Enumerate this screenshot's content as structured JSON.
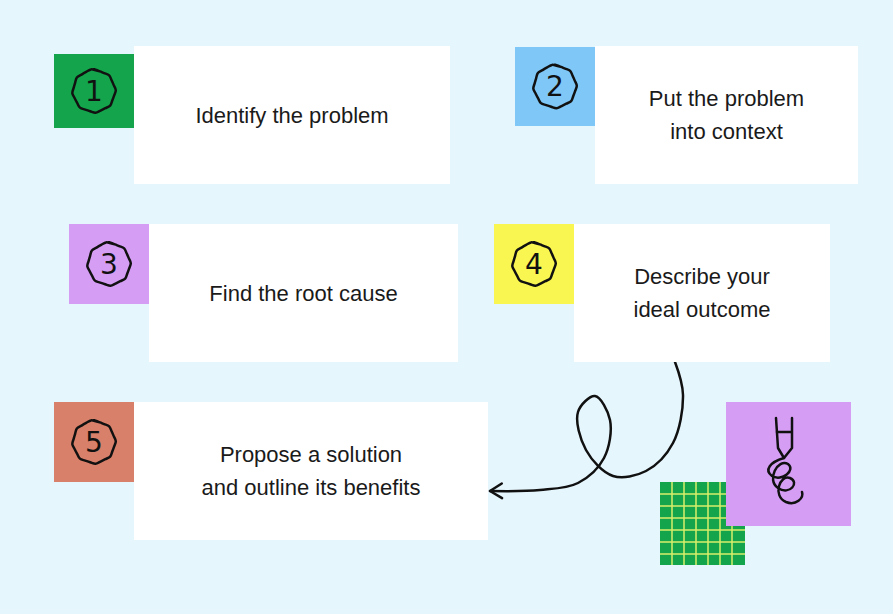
{
  "diagram": {
    "nodes": [
      {
        "text": [
          "1",
          "Identify the problem"
        ]
      },
      {
        "text": [
          "2",
          "Put the problem into context"
        ]
      },
      {
        "text": [
          "3",
          "Find the root cause"
        ]
      },
      {
        "text": [
          "4",
          "Describe your ideal outcome"
        ]
      },
      {
        "text": [
          "5",
          "Propose a solution and outline its benefits"
        ]
      }
    ],
    "edges": [
      {
        "from": 3,
        "to": 4,
        "arrow": "to"
      }
    ]
  }
}
